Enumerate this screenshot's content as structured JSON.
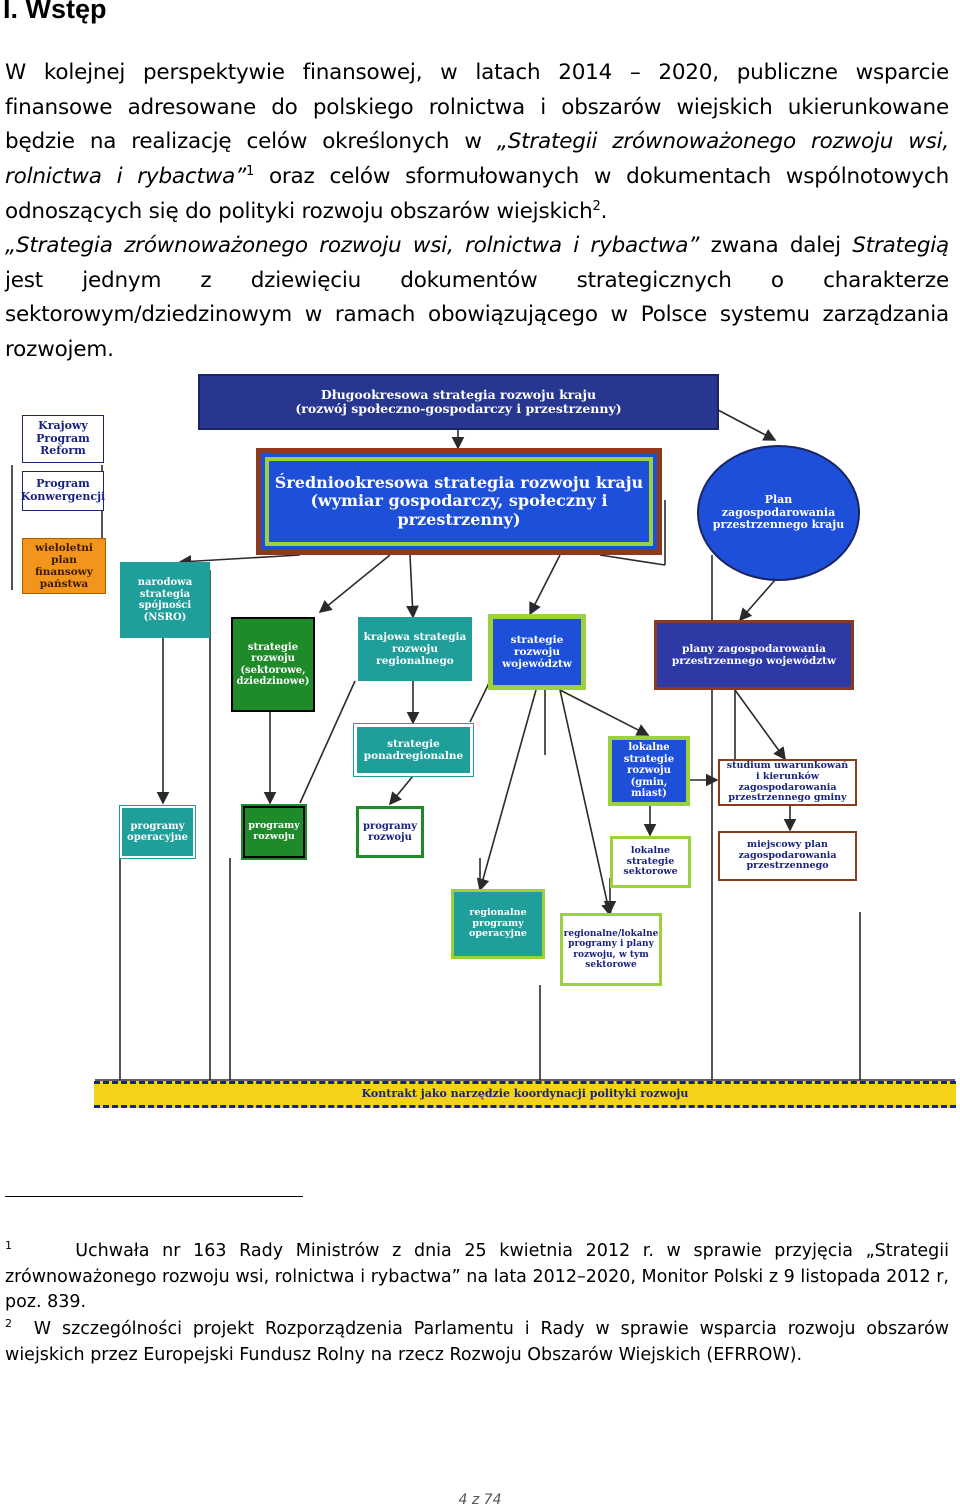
{
  "heading": "I. Wstęp",
  "para1": {
    "t1": "W kolejnej perspektywie finansowej, w latach 2014 – 2020, publiczne wsparcie finansowe adresowane do polskiego rolnictwa i obszarów wiejskich ukierunkowane będzie na realizację celów określonych w ",
    "t2": "„Strategii zrównoważonego rozwoju wsi, rolnictwa i rybactwa”",
    "sup1": "1",
    "t3": " oraz celów sformułowanych w dokumentach wspólnotowych odnoszących się do polityki rozwoju obszarów wiejskich",
    "sup2": "2",
    "t4": "."
  },
  "para2": {
    "t1": "„Strategia zrównoważonego rozwoju wsi, rolnictwa i rybactwa”",
    "t2": " zwana dalej ",
    "t3": "Strategią",
    "t4": " jest jednym z dziewięciu dokumentów strategicznych o charakterze sektorowym/dziedzinowym w ramach obowiązującego w Polsce systemu zarządzania rozwojem."
  },
  "diagram": {
    "long_term": "Długookresowa strategia rozwoju kraju\n(rozwój społeczno-gospodarczy i przestrzenny)",
    "mid_term": "Średniookresowa strategia rozwoju kraju\n(wymiar gospodarczy, społeczny i przestrzenny)",
    "spatial_plan": "Plan\nzagospodarowania\nprzestrzennego kraju",
    "kpr": "Krajowy\nProgram\nReform",
    "convergence": "Program\nKonwergencji",
    "multiyear_plan": "wieloletni\nplan finansowy\npaństwa",
    "nsro": "narodowa strategia\nspójności\n(NSRO)",
    "sector_strategies": "strategie\nrozwoju\n(sektorowe,\ndziedzinowe)",
    "regional_strategy": "krajowa strategia\nrozwoju regionalnego",
    "voivodeship_strategies": "strategie rozwoju\nwojewództw",
    "voivodeship_plans": "plany zagospodarowania\nprzestrzennego województw",
    "supraregional": "strategie\nponadregionalne",
    "local_strategies": "lokalne\nstrategie\nrozwoju\n(gmin, miast)",
    "study": "studium uwarunkowań\ni kierunków zagospodarowania\nprzestrzennego gminy",
    "operational": "programy\noperacyjne",
    "dev_programs": "programy\nrozwoju",
    "programs": "programy\nrozwoju",
    "local_sector": "lokalne\nstrategie\nsektorowe",
    "local_plan": "miejscowy plan\nzagospodarowania\nprzestrzennego",
    "regional_ops": "regionalne\nprogramy\noperacyjne",
    "regional_local": "regionalne/lokalne\nprogramy i plany\nrozwoju, w tym\nsektorowe",
    "contract": "Kontrakt jako narzędzie koordynacji polityki rozwoju"
  },
  "footnotes": {
    "fn1_num": "1",
    "fn1": "Uchwała nr 163 Rady Ministrów z dnia 25 kwietnia 2012 r. w sprawie przyjęcia „Strategii zrównoważonego rozwoju wsi, rolnictwa i rybactwa” na lata 2012–2020, Monitor Polski z 9 listopada 2012 r, poz. 839.",
    "fn2_num": "2",
    "fn2": "W szczególności projekt Rozporządzenia Parlamentu i Rady w sprawie wsparcia rozwoju obszarów wiejskich przez Europejski Fundusz Rolny na rzecz Rozwoju Obszarów Wiejskich (EFRROW)."
  },
  "page_number": "4 z 74",
  "colors": {
    "navy": "#27368f",
    "blue": "#1e4fd8",
    "brown": "#8b3a1e",
    "green": "#1f8a2a",
    "lightgreen": "#9bd23c",
    "teal": "#1f9e9a",
    "orange": "#f3951c",
    "yellow": "#f5d21a"
  }
}
